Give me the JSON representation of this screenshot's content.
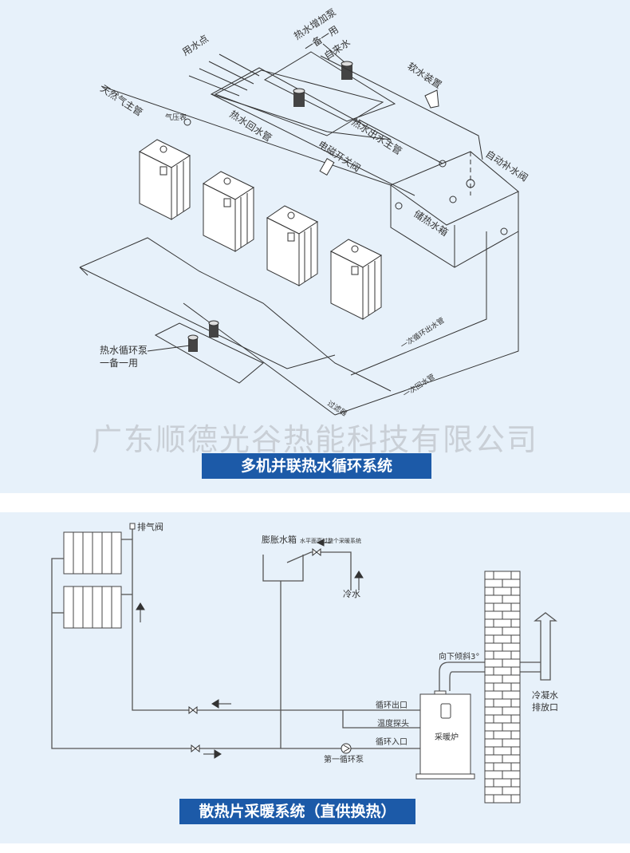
{
  "watermark": "广东顺德光谷热能科技有限公司",
  "diagram1": {
    "title": "多机并联热水循环系统",
    "labels": {
      "water_points": "用水点",
      "booster_pump": "热水增加泵",
      "booster_pump_sub": "一备一用",
      "tap_water": "自来水",
      "softener": "软水装置",
      "gas_main": "天然气主管",
      "pressure_gauge": "气压表",
      "hot_return": "热水回水管",
      "hot_outlet_main": "热水出水主管",
      "solenoid_valve": "电磁开关阀",
      "auto_makeup_valve": "自动补水阀",
      "storage_tank": "储热水箱",
      "circ_pump": "热水循环泵",
      "circ_pump_sub": "一备一用",
      "primary_outlet": "一次循环出水管",
      "primary_return": "一次回水管",
      "filter": "过滤器"
    }
  },
  "diagram2": {
    "title": "散热片采暖系统（直供换热）",
    "labels": {
      "air_vent": "排气阀",
      "expansion_tank": "膨胀水箱",
      "expansion_note": "水平面高过整个采暖系统",
      "cold_water": "冷水",
      "slope": "向下倾斜3°",
      "condensate_1": "冷凝水",
      "condensate_2": "排放口",
      "circ_outlet": "循环出口",
      "temp_probe": "温度探头",
      "circ_inlet": "循环入口",
      "boiler": "采暖炉",
      "first_pump": "第一循环泵"
    }
  },
  "colors": {
    "panel_bg": "#e7f1fa",
    "title_bg": "#1c5aa8"
  }
}
